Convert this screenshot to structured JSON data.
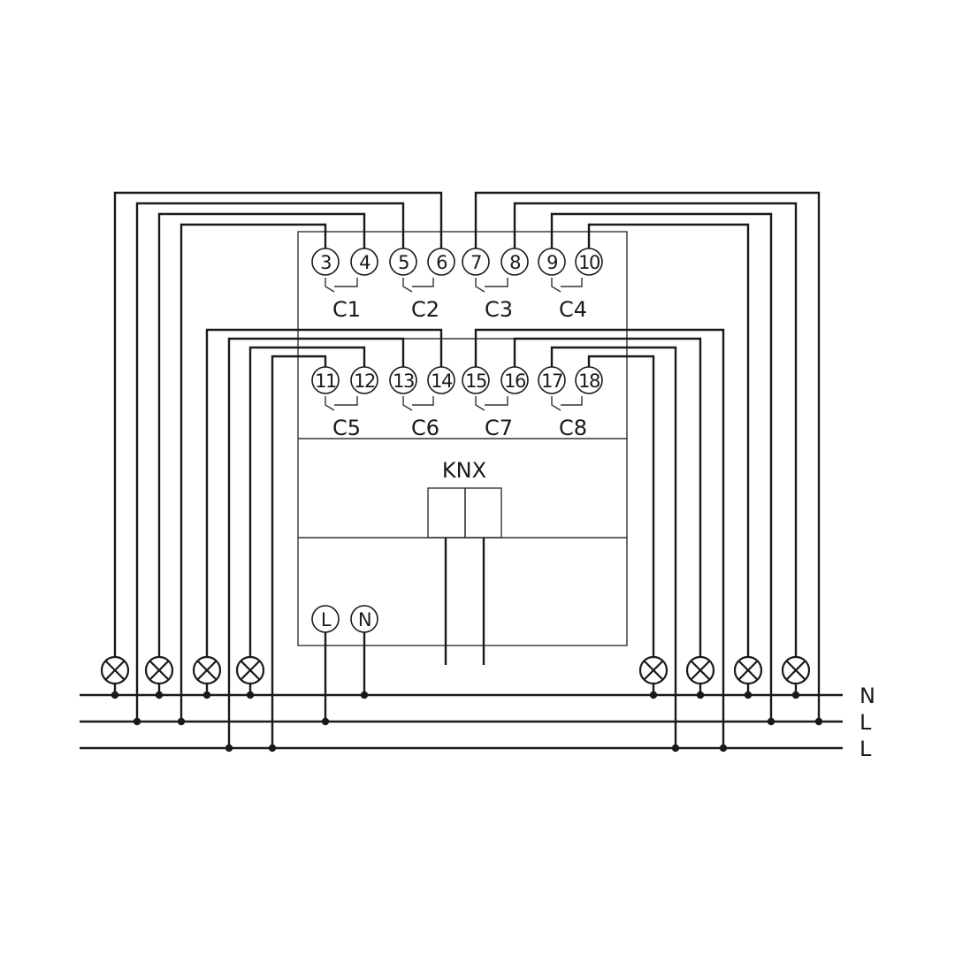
{
  "module": {
    "knx_label": "KNX",
    "supply_terminals": [
      "L",
      "N"
    ]
  },
  "terminals_top": [
    "3",
    "4",
    "5",
    "6",
    "7",
    "8",
    "9",
    "10"
  ],
  "terminals_bottom": [
    "11",
    "12",
    "13",
    "14",
    "15",
    "16",
    "17",
    "18"
  ],
  "channels_top": [
    "C1",
    "C2",
    "C3",
    "C4"
  ],
  "channels_bottom": [
    "C5",
    "C6",
    "C7",
    "C8"
  ],
  "bus_lines": [
    "N",
    "L",
    "L"
  ],
  "lamp_count": 8
}
